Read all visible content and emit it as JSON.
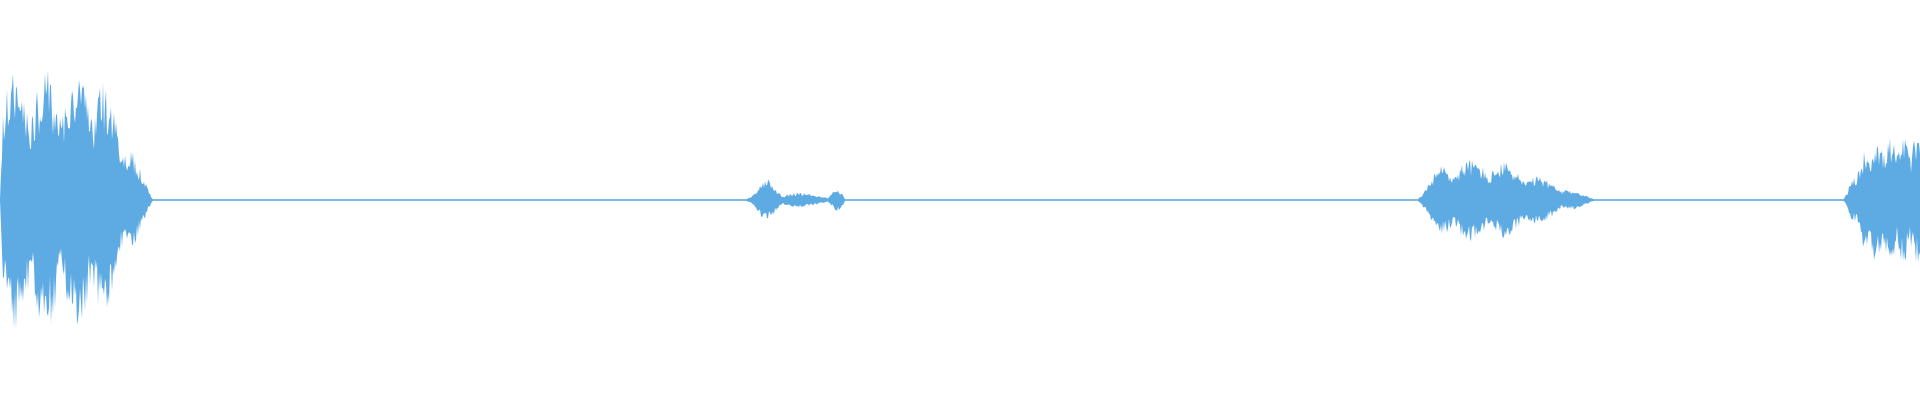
{
  "waveform": {
    "color": "#5eaae3",
    "background": "#ffffff",
    "baseline_amplitude": 0.004,
    "segments": [
      {
        "start": 0.0,
        "end": 0.08,
        "shape": "burst",
        "peak": 0.82,
        "attack": 0.02,
        "release": 0.35
      },
      {
        "start": 0.388,
        "end": 0.44,
        "shape": "pair",
        "peak": 0.13
      },
      {
        "start": 0.738,
        "end": 0.832,
        "shape": "burst",
        "peak": 0.26,
        "attack": 0.15,
        "release": 0.55
      },
      {
        "start": 0.96,
        "end": 1.0,
        "shape": "rise",
        "peak": 0.4
      }
    ]
  }
}
